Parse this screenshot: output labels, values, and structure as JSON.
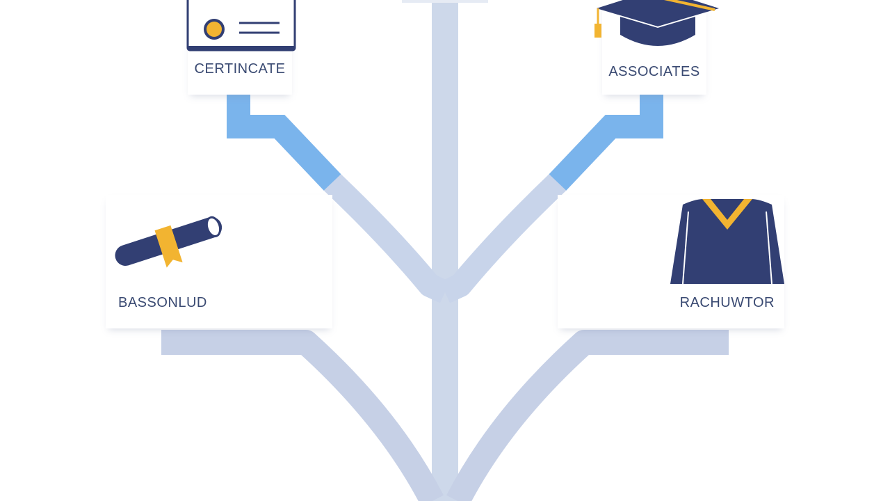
{
  "diagram": {
    "nodes": [
      {
        "id": "certificate",
        "label": "CERTINCATE",
        "icon": "certificate-icon"
      },
      {
        "id": "associates",
        "label": "ASSOCIATES",
        "icon": "graduation-cap-icon"
      },
      {
        "id": "bassonlud",
        "label": "BASSONLUD",
        "icon": "diploma-scroll-icon"
      },
      {
        "id": "rachuwtor",
        "label": "RACHUWTOR",
        "icon": "graduation-gown-icon"
      }
    ]
  },
  "colors": {
    "trunk": "#cdd8ea",
    "branch_light": "#c6d2e8",
    "branch_accent": "#7ab4ec",
    "navy": "#323f73",
    "gold": "#f2b431",
    "label": "#3a4a72"
  }
}
